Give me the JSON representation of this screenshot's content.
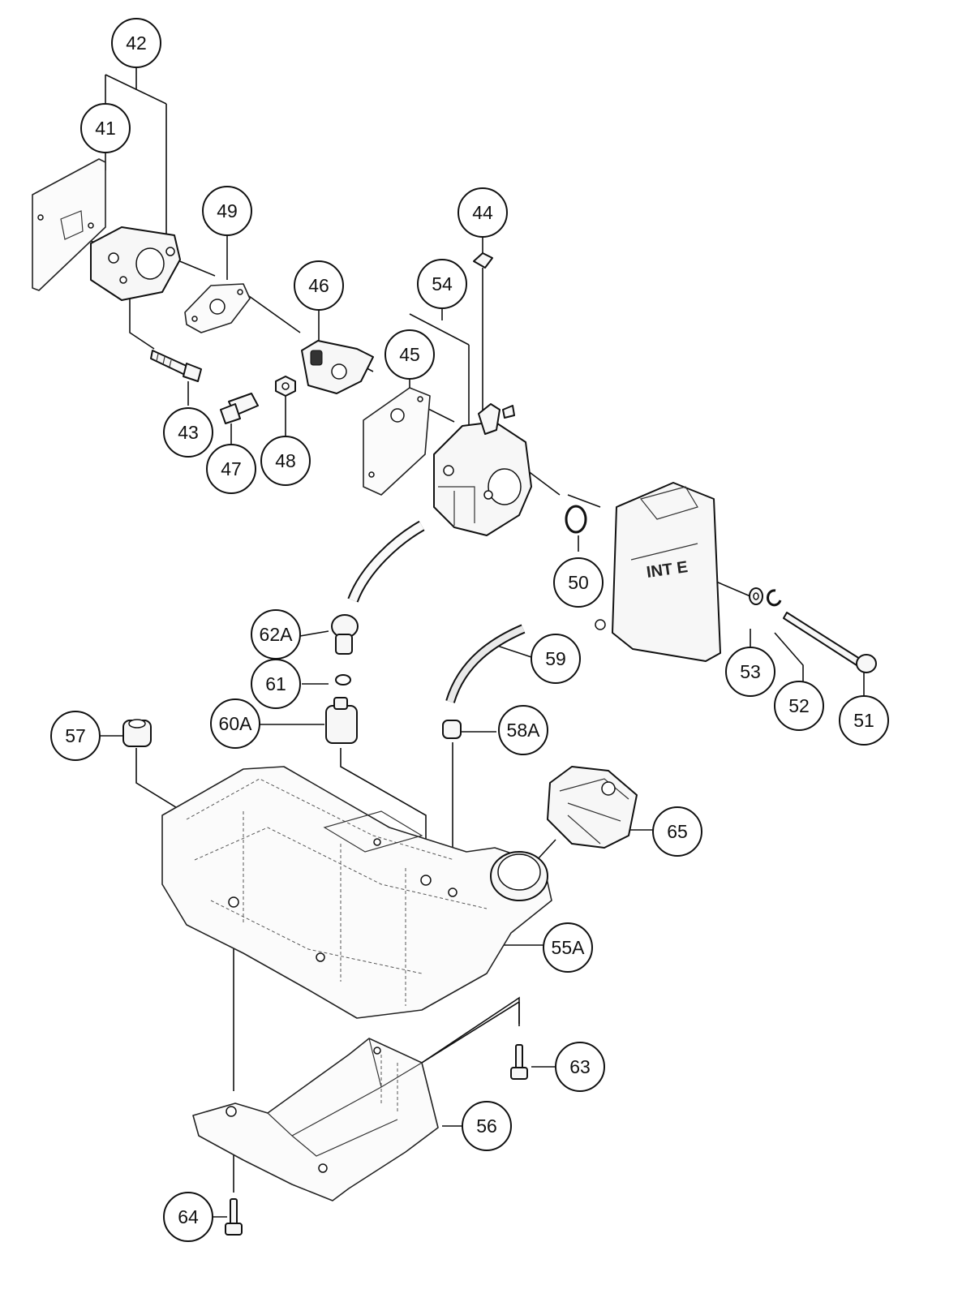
{
  "diagram": {
    "callouts": [
      {
        "id": "42",
        "label": "42"
      },
      {
        "id": "41",
        "label": "41"
      },
      {
        "id": "49",
        "label": "49"
      },
      {
        "id": "44",
        "label": "44"
      },
      {
        "id": "46",
        "label": "46"
      },
      {
        "id": "54",
        "label": "54"
      },
      {
        "id": "45",
        "label": "45"
      },
      {
        "id": "43",
        "label": "43"
      },
      {
        "id": "47",
        "label": "47"
      },
      {
        "id": "48",
        "label": "48"
      },
      {
        "id": "50",
        "label": "50"
      },
      {
        "id": "62A",
        "label": "62A"
      },
      {
        "id": "59",
        "label": "59"
      },
      {
        "id": "61",
        "label": "61"
      },
      {
        "id": "53",
        "label": "53"
      },
      {
        "id": "52",
        "label": "52"
      },
      {
        "id": "51",
        "label": "51"
      },
      {
        "id": "57",
        "label": "57"
      },
      {
        "id": "60A",
        "label": "60A"
      },
      {
        "id": "58A",
        "label": "58A"
      },
      {
        "id": "65",
        "label": "65"
      },
      {
        "id": "55A",
        "label": "55A"
      },
      {
        "id": "63",
        "label": "63"
      },
      {
        "id": "56",
        "label": "56"
      },
      {
        "id": "64",
        "label": "64"
      }
    ],
    "air_cleaner_marking": "INT E"
  }
}
